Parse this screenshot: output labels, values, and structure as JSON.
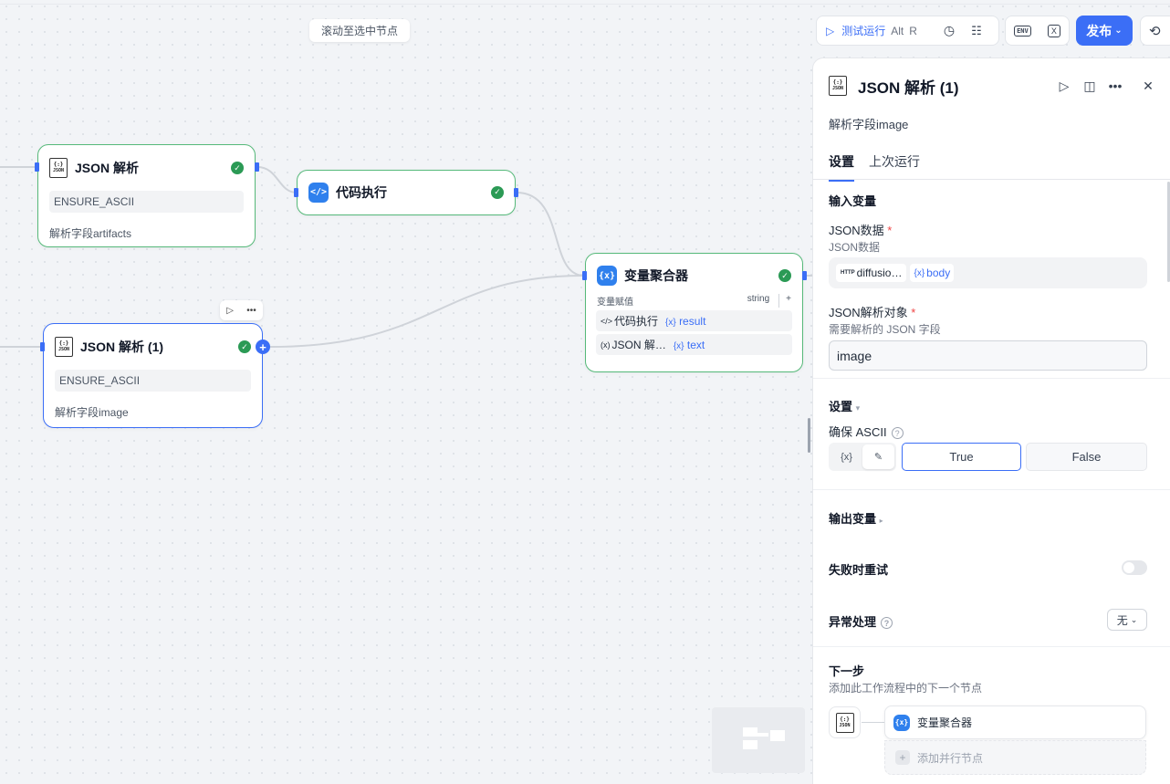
{
  "canvas": {
    "scroll_hint": "滚动至选中节点",
    "nodes": {
      "json1": {
        "title": "JSON 解析",
        "field": "ENSURE_ASCII",
        "desc": "解析字段artifacts"
      },
      "code": {
        "title": "代码执行",
        "icon": "</>"
      },
      "json2": {
        "title": "JSON 解析 (1)",
        "field": "ENSURE_ASCII",
        "desc": "解析字段image"
      },
      "agg": {
        "title": "变量聚合器",
        "icon": "{x}",
        "sub_label": "变量赋值",
        "sub_type": "string",
        "rows": [
          {
            "icon": "</>",
            "src": "代码执行",
            "var": "result"
          },
          {
            "icon": "(x)",
            "src": "JSON 解…",
            "var": "text"
          }
        ]
      }
    },
    "json_icon_text": "{:}",
    "json_icon_sub": "JSON"
  },
  "toolbar": {
    "test_run": "测试运行",
    "shortcut_alt": "Alt",
    "shortcut_r": "R",
    "env": "ENV",
    "x": "X",
    "publish": "发布",
    "accent": "#3b6ef6"
  },
  "panel": {
    "title": "JSON 解析 (1)",
    "desc": "解析字段image",
    "tabs": [
      "设置",
      "上次运行"
    ],
    "input_section": "输入变量",
    "json_data_label": "JSON数据",
    "json_data_sub": "JSON数据",
    "json_data_ref_source": "diffusio…",
    "json_data_ref_http": "HTTP",
    "json_data_ref_var": "body",
    "target_label": "JSON解析对象",
    "target_sub": "需要解析的 JSON 字段",
    "target_value": "image",
    "required_mark": "*",
    "settings_section": "设置",
    "ensure_ascii_label": "确保 ASCII",
    "mode_var": "{x}",
    "mode_edit": "✎",
    "bool_true": "True",
    "bool_false": "False",
    "output_section": "输出变量",
    "retry_label": "失败时重试",
    "error_label": "异常处理",
    "error_value": "无",
    "next_section": "下一步",
    "next_sub": "添加此工作流程中的下一个节点",
    "next_node": "变量聚合器",
    "add_parallel": "添加并行节点"
  }
}
